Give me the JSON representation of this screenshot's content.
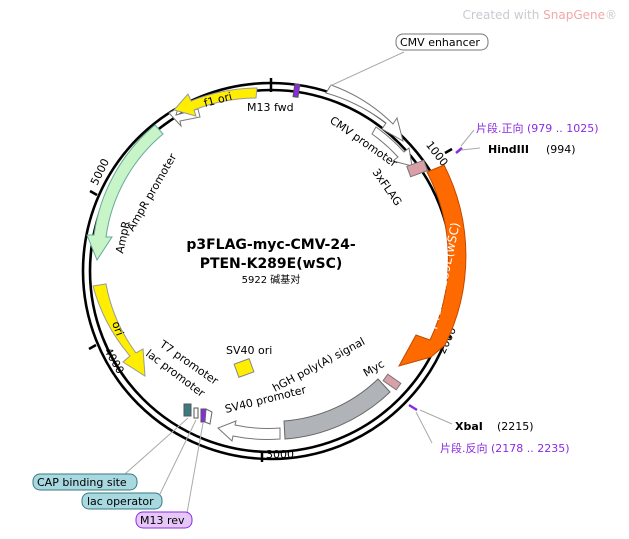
{
  "watermark": {
    "prefix": "Created with ",
    "brand": "SnapGene",
    "mark": "®"
  },
  "plasmid": {
    "name_line1": "p3FLAG-myc-CMV-24-",
    "name_line2": "PTEN-K289E(wSC)",
    "size_text": "5922 碱基对"
  },
  "ticks": {
    "t1000": "1000",
    "t2000": "2000",
    "t3000": "3000",
    "t4000": "4000",
    "t5000": "5000"
  },
  "features": {
    "cmv_enhancer": "CMV enhancer",
    "cmv_promoter": "CMV promoter",
    "flag": "3xFLAG",
    "pten": "PTEN-K289E(wSC)",
    "myc": "Myc",
    "hgh": "hGH poly(A) signal",
    "sv40_promoter": "SV40 promoter",
    "sv40_ori": "SV40 ori",
    "t7": "T7 promoter",
    "lac_promoter": "lac promoter",
    "ori": "ori",
    "ampr": "AmpR",
    "ampr_promoter": "AmpR promoter",
    "f1_ori": "f1 ori",
    "m13_fwd": "M13 fwd"
  },
  "callouts": {
    "cap": "CAP binding site",
    "lac_operator": "lac operator",
    "m13_rev": "M13 rev"
  },
  "sites": {
    "hind3_name": "HindIII",
    "hind3_pos": "(994)",
    "xba1_name": "XbaI",
    "xba1_pos": "(2215)",
    "seg_fwd": "片段.正向 (979 .. 1025)",
    "seg_rev": "片段.反向 (2178 .. 2235)"
  },
  "colors": {
    "backbone": "#000000",
    "pten": "#ff6a00",
    "flag_myc": "#d9a0a8",
    "hgh": "#b0b4b8",
    "ori_f1": "#ffee00",
    "ampr": "#c8f5c8",
    "promoter": "#ffffff",
    "purple": "#8a2be2",
    "cap_fill": "#a8d8e0"
  }
}
